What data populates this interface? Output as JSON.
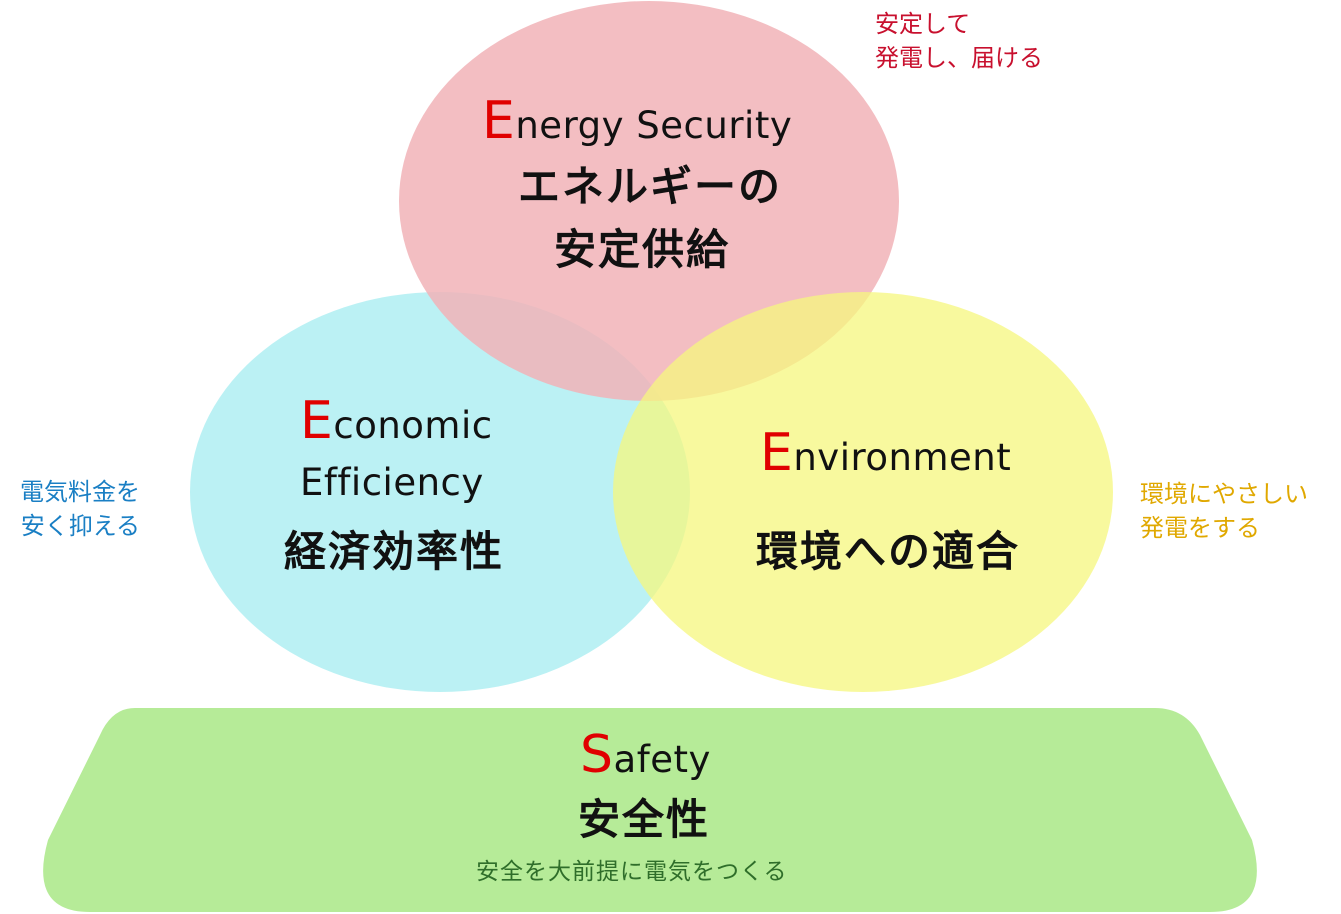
{
  "colors": {
    "energy_circle": "#f1b3b7",
    "economic_circle": "#afeef2",
    "environment_circle": "#f5f77e",
    "safety_base": "#b6eb98",
    "initial_letter": "#e00000",
    "energy_note": "#c8102e",
    "economic_note": "#1a7fc4",
    "environment_note": "#e0a800",
    "safety_note": "#2f6e2a"
  },
  "energy": {
    "initial": "E",
    "rest": "nergy Security",
    "jp_line1": "エネルギーの",
    "jp_line2": "安定供給",
    "note_line1": "安定して",
    "note_line2": "発電し、届ける"
  },
  "economic": {
    "initial": "E",
    "rest_line1": "conomic",
    "line2": "Efficiency",
    "jp": "経済効率性",
    "note_line1": "電気料金を",
    "note_line2": "安く抑える"
  },
  "environment": {
    "initial": "E",
    "rest": "nvironment",
    "jp": "環境への適合",
    "note_line1": "環境にやさしい",
    "note_line2": "発電をする"
  },
  "safety": {
    "initial": "S",
    "rest": "afety",
    "jp": "安全性",
    "note": "安全を大前提に電気をつくる"
  }
}
